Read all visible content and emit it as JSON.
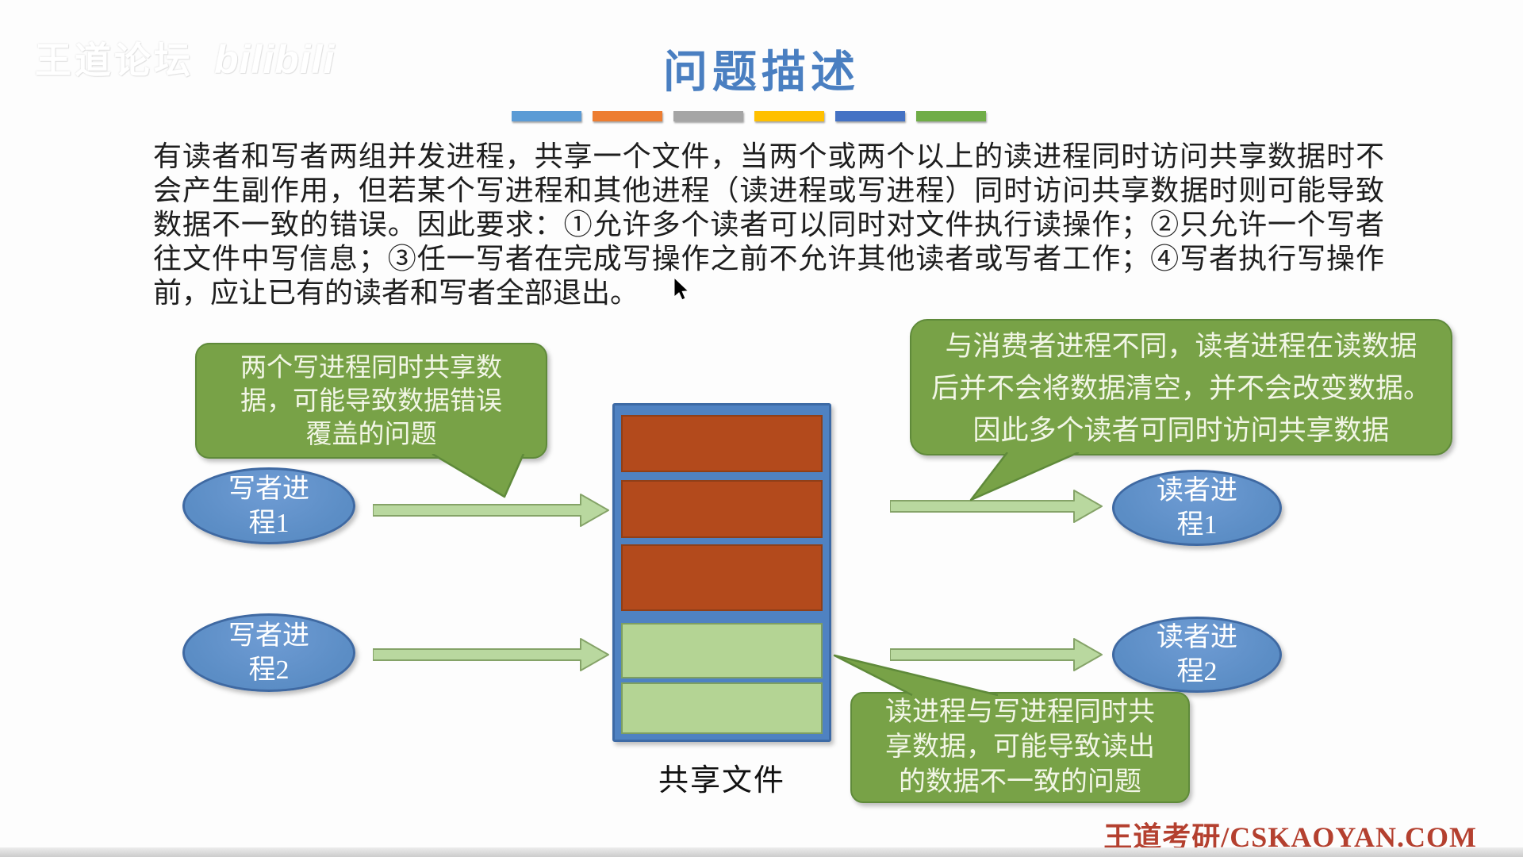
{
  "watermark": {
    "brand": "王道论坛",
    "platform": "bilibili"
  },
  "title": "问题描述",
  "divider_colors": [
    "#5b9bd5",
    "#ed7d31",
    "#a5a5a5",
    "#ffc000",
    "#4472c4",
    "#70ad47"
  ],
  "paragraph": {
    "lines": [
      "有读者和写者两组并发进程，共享一个文件，当两个或两个以上的读进程同时访问共享数据时不",
      "会产生副作用，但若某个写进程和其他进程（读进程或写进程）同时访问共享数据时则可能导致",
      "数据不一致的错误。因此要求：①允许多个读者可以同时对文件执行读操作；②只允许一个写者",
      "往文件中写信息；③任一写者在完成写操作之前不允许其他读者或写者工作；④写者执行写操作",
      "前，应让已有的读者和写者全部退出。"
    ]
  },
  "callouts": {
    "writers": {
      "lines": [
        "两个写进程同时共享数",
        "据，可能导致数据错误",
        "覆盖的问题"
      ]
    },
    "readers": {
      "lines": [
        "与消费者进程不同，读者进程在读数据",
        "后并不会将数据清空，并不会改变数据。",
        "因此多个读者可同时访问共享数据"
      ]
    },
    "mixed": {
      "lines": [
        "读进程与写进程同时共",
        "享数据，可能导致读出",
        "的数据不一致的问题"
      ]
    }
  },
  "processes": {
    "writer1": {
      "lines": [
        "写者进",
        "程1"
      ]
    },
    "writer2": {
      "lines": [
        "写者进",
        "程2"
      ]
    },
    "reader1": {
      "lines": [
        "读者进",
        "程1"
      ]
    },
    "reader2": {
      "lines": [
        "读者进",
        "程2"
      ]
    }
  },
  "shared_file": {
    "label": "共享文件",
    "rows": [
      "written",
      "written",
      "written",
      "read",
      "read"
    ]
  },
  "footer": {
    "brand": "王道考研/CSKAOYAN.COM"
  },
  "colors": {
    "title_blue": "#4a7fc1",
    "bubble_green": "#78a247",
    "bubble_border": "#5f8a3a",
    "bubble_text": "#f2f6e6",
    "ellipse_blue": "#5b8dc5",
    "ellipse_border": "#3f69a2",
    "arrow_fill": "#b9d89f",
    "arrow_stroke": "#85a368",
    "stack_blue": "#4f82c2",
    "stack_border": "#3d6aa5",
    "row_written": "#b34a1c",
    "row_written_border": "#8f3f18",
    "row_read": "#b4d494",
    "row_read_border": "#7d9e62",
    "footer_red": "#b4402f"
  }
}
